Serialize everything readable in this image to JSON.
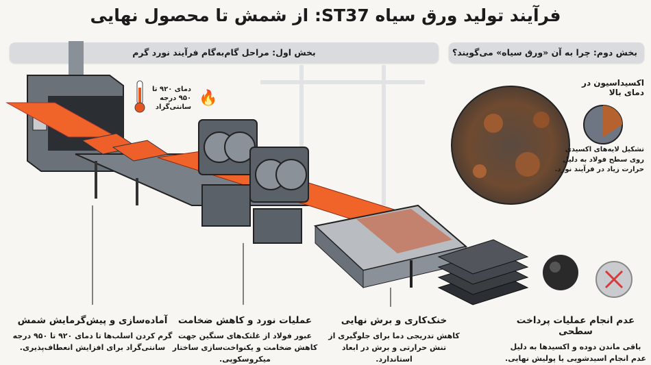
{
  "title": "فرآیند تولید ورق سیاه ST37: از شمش تا محصول نهایی",
  "section1": {
    "header": "بخش اول: مراحل گام‌به‌گام فرآیند نورد گرم",
    "temperature_label": [
      "دمای ۹۲۰ تا",
      "۹۵۰ درجه",
      "سانتی‌گراد"
    ],
    "steps": [
      {
        "title": "آماده‌سازی و پیش‌گرمایش شمش",
        "desc": "گرم کردن اسلب‌ها تا دمای ۹۲۰ تا ۹۵۰ درجه سانتی‌گراد برای افزایش انعطاف‌پذیری."
      },
      {
        "title": "عملیات نورد و کاهش ضخامت",
        "desc": "عبور فولاد از غلتک‌های سنگین جهت کاهش ضخامت و یکنواخت‌سازی ساختار میکروسکوپی."
      },
      {
        "title": "خنک‌کاری و برش نهایی",
        "desc": "کاهش تدریجی دما برای جلوگیری از تنش حرارتی و برش در ابعاد استاندارد."
      }
    ]
  },
  "section2": {
    "header": "بخش دوم: چرا به آن «ورق سیاه» می‌گویند؟",
    "oxidation_title": "اکسیداسیون در دمای بالا",
    "oxidation_desc": "تشکیل لایه‌های اکسیدی روی سطح فولاد به دلیل حرارت زیاد در فرآیند نورد.",
    "no_finish_title": "عدم انجام عملیات پرداخت سطحی",
    "no_finish_desc": "باقی ماندن دوده و اکسیدها به دلیل عدم انجام اسیدشویی یا پولیش نهایی."
  },
  "colors": {
    "hot_steel": "#f0642a",
    "machine": "#5b6169",
    "rust": "#b5622e",
    "cross": "#d63a3a"
  }
}
